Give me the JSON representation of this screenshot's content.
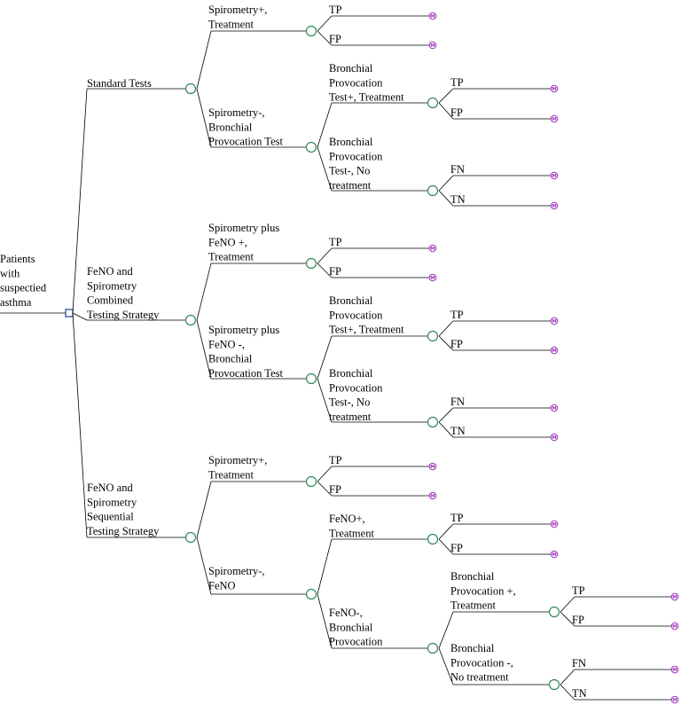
{
  "colors": {
    "decision_node": "#1f3f8f",
    "chance_node": "#2e8b57",
    "terminal_node": "#9b30b8",
    "lines": "#000000",
    "text": "#000000"
  },
  "icons": {
    "decision": "square-decision-node-icon",
    "chance": "circle-chance-node-icon",
    "terminal": "m-terminal-node-icon",
    "terminal_glyph": "M"
  },
  "tree": {
    "label": "Patients with suspectied asthma",
    "children": [
      {
        "label": "Standard Tests",
        "children": [
          {
            "label": "Spirometry+, Treatment",
            "children": [
              {
                "label": "TP"
              },
              {
                "label": "FP"
              }
            ]
          },
          {
            "label": "Spirometry-, Bronchial Provocation Test",
            "children": [
              {
                "label": "Bronchial Provocation Test+, Treatment",
                "children": [
                  {
                    "label": "TP"
                  },
                  {
                    "label": "FP"
                  }
                ]
              },
              {
                "label": "Bronchial Provocation Test-, No treatment",
                "children": [
                  {
                    "label": "FN"
                  },
                  {
                    "label": "TN"
                  }
                ]
              }
            ]
          }
        ]
      },
      {
        "label": "FeNO and Spirometry Combined Testing Strategy",
        "children": [
          {
            "label": "Spirometry plus FeNO +, Treatment",
            "children": [
              {
                "label": "TP"
              },
              {
                "label": "FP"
              }
            ]
          },
          {
            "label": "Spirometry plus FeNO -, Bronchial Provocation Test",
            "children": [
              {
                "label": "Bronchial Provocation Test+, Treatment",
                "children": [
                  {
                    "label": "TP"
                  },
                  {
                    "label": "FP"
                  }
                ]
              },
              {
                "label": "Bronchial Provocation Test-, No treatment",
                "children": [
                  {
                    "label": "FN"
                  },
                  {
                    "label": "TN"
                  }
                ]
              }
            ]
          }
        ]
      },
      {
        "label": "FeNO and Spirometry Sequential Testing Strategy",
        "children": [
          {
            "label": "Spirometry+, Treatment",
            "children": [
              {
                "label": "TP"
              },
              {
                "label": "FP"
              }
            ]
          },
          {
            "label": "Spirometry-, FeNO",
            "children": [
              {
                "label": "FeNO+, Treatment",
                "children": [
                  {
                    "label": "TP"
                  },
                  {
                    "label": "FP"
                  }
                ]
              },
              {
                "label": "FeNO-, Bronchial Provocation",
                "children": [
                  {
                    "label": "Bronchial Provocation +, Treatment",
                    "children": [
                      {
                        "label": "TP"
                      },
                      {
                        "label": "FP"
                      }
                    ]
                  },
                  {
                    "label": "Bronchial Provocation -, No treatment",
                    "children": [
                      {
                        "label": "FN"
                      },
                      {
                        "label": "TN"
                      }
                    ]
                  }
                ]
              }
            ]
          }
        ]
      }
    ]
  }
}
